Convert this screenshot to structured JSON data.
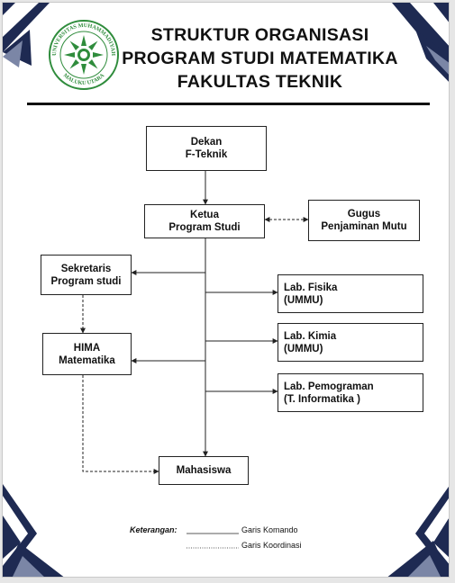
{
  "logo": {
    "text_top": "UNIVERSITAS MUHAMMADIYAH",
    "text_bottom": "MALUKU UTARA",
    "color": "#2f8c3c"
  },
  "header": {
    "line1": "STRUKTUR ORGANISASI",
    "line2": "PROGRAM STUDI MATEMATIKA",
    "line3": "FAKULTAS TEKNIK"
  },
  "nodes": {
    "dekan": {
      "l1": "Dekan",
      "l2": "F-Teknik"
    },
    "kaprodi": {
      "l1": "Ketua",
      "l2": "Program Studi"
    },
    "gugus": {
      "l1": "Gugus",
      "l2": "Penjaminan Mutu"
    },
    "sekretaris": {
      "l1": "Sekretaris",
      "l2": "Program studi"
    },
    "hima": {
      "l1": "HIMA",
      "l2": "Matematika"
    },
    "lab_fisika": {
      "l1": "Lab. Fisika",
      "l2": "(UMMU)"
    },
    "lab_kimia": {
      "l1": "Lab. Kimia",
      "l2": "(UMMU)"
    },
    "lab_pemograman": {
      "l1": "Lab. Pemograman",
      "l2": "(T. Informatika )"
    },
    "mahasiswa": {
      "l1": "Mahasiswa"
    }
  },
  "legend": {
    "label": "Keterangan:",
    "solid_line": "Garis Komando",
    "dotted_line": "Garis Koordinasi"
  },
  "colors": {
    "navy": "#1e2a52",
    "navy_light": "#6f7a9c",
    "line": "#222222"
  }
}
